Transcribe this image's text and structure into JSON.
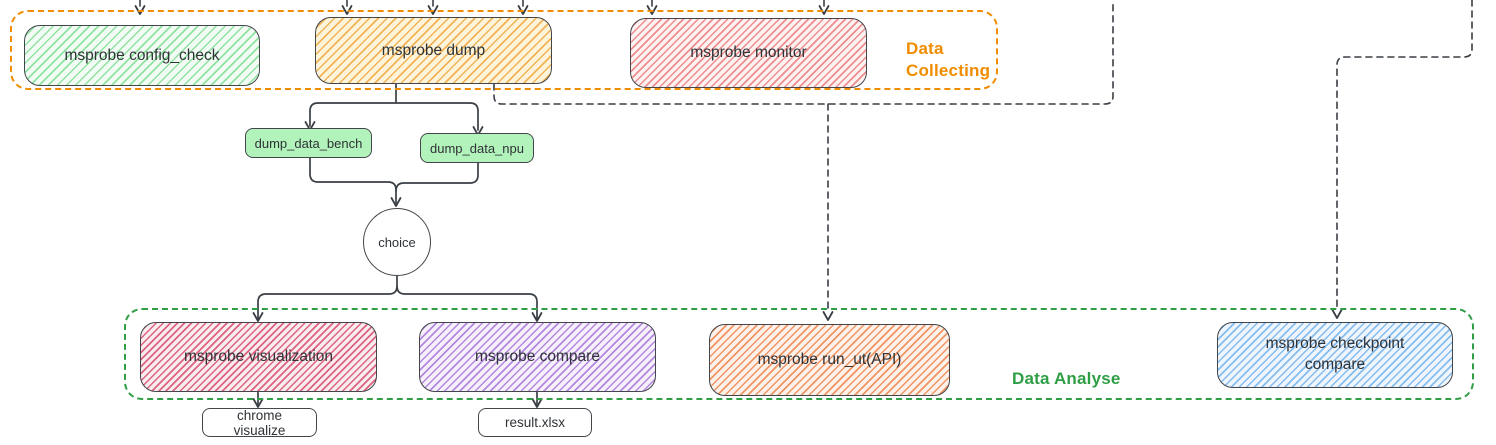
{
  "diagram_type": "flowchart",
  "groups": {
    "data_collecting": {
      "label": "Data Collecting",
      "border_color": "#f08c00"
    },
    "data_analyse": {
      "label": "Data Analyse",
      "border_color": "#2f9e44"
    }
  },
  "nodes": {
    "config_check": {
      "label": "msprobe config_check"
    },
    "dump": {
      "label": "msprobe dump"
    },
    "monitor": {
      "label": "msprobe monitor"
    },
    "dump_data_bench": {
      "label": "dump_data_bench"
    },
    "dump_data_npu": {
      "label": "dump_data_npu"
    },
    "choice": {
      "label": "choice"
    },
    "visualization": {
      "label": "msprobe visualization"
    },
    "compare": {
      "label": "msprobe compare"
    },
    "run_ut": {
      "label": "msprobe run_ut(API)"
    },
    "checkpoint_compare": {
      "label": "msprobe checkpoint compare"
    },
    "chrome_visualize": {
      "label": "chrome visualize"
    },
    "result_xlsx": {
      "label": "result.xlsx"
    }
  },
  "colors": {
    "connector": "#3a3f45",
    "node_border": "#43464b",
    "hatch_green": "#8fe3a1",
    "hatch_yellow": "#f2b257",
    "hatch_red": "#ee8d8d",
    "hatch_crimson": "#dd6380",
    "hatch_purple": "#b388dd",
    "hatch_orange": "#ef9564",
    "hatch_blue": "#85bdf0",
    "solid_green_fill": "#b2f2bb"
  }
}
